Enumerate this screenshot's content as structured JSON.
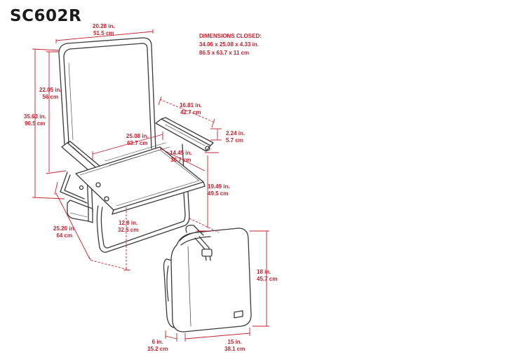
{
  "title": "SC602R",
  "closed": {
    "heading": "DIMENSIONS CLOSED:",
    "line_in": "34.06  x  25.08  x  4.33 in.",
    "line_cm": "86.5  x  63.7  x  11 cm"
  },
  "dims": {
    "width_top": {
      "in": "20.28 in.",
      "cm": "51.5 cm"
    },
    "back_height": {
      "in": "22.05 in.",
      "cm": "56 cm"
    },
    "total_height": {
      "in": "35.63 in.",
      "cm": "90.5 cm"
    },
    "armrest_len": {
      "in": "16.81 in.",
      "cm": "42.7 cm"
    },
    "arm_thick": {
      "in": "2.24 in.",
      "cm": "5.7 cm"
    },
    "width_mid": {
      "in": "25.08 in.",
      "cm": "63.7 cm"
    },
    "seat_depth": {
      "in": "14.45 in.",
      "cm": "36.7 cm"
    },
    "arm_height": {
      "in": "19.49 in.",
      "cm": "49.5 cm"
    },
    "depth_base": {
      "in": "25.20 in.",
      "cm": "64 cm"
    },
    "seat_height": {
      "in": "12.8 in.",
      "cm": "32.5 cm"
    },
    "bag_height": {
      "in": "18 in.",
      "cm": "45.7 cm"
    },
    "bag_depth": {
      "in": "6 in.",
      "cm": "15.2 cm"
    },
    "bag_width": {
      "in": "15 in.",
      "cm": "38.1 cm"
    }
  },
  "colors": {
    "dimension": "#c8202f",
    "outline": "#3a3a3a"
  }
}
